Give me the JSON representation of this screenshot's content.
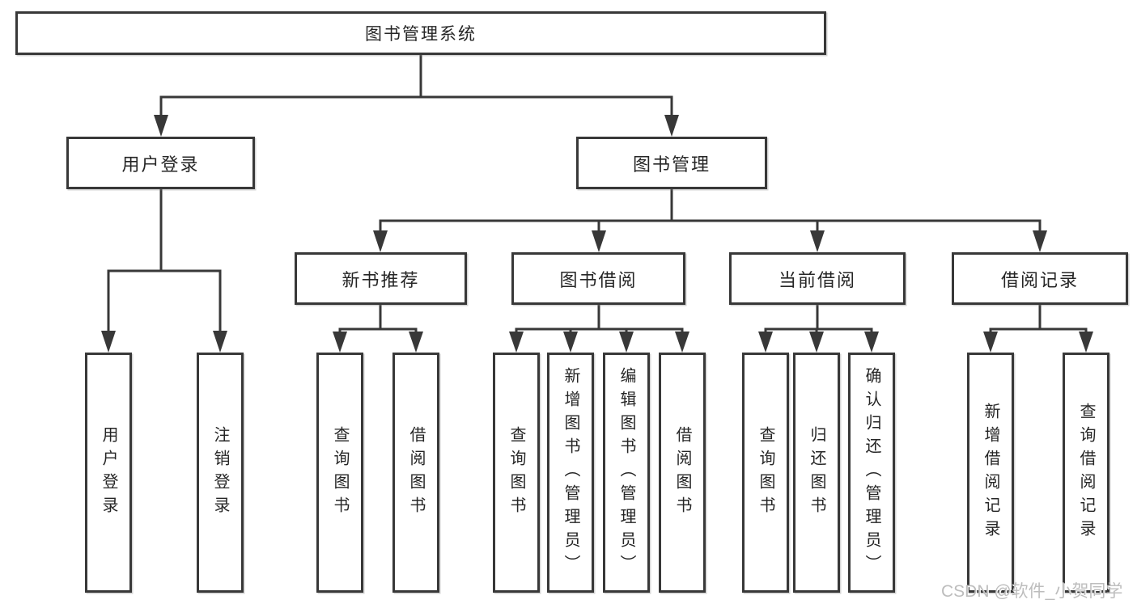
{
  "root": {
    "label": "图书管理系统"
  },
  "level2": {
    "user_login": {
      "label": "用户登录",
      "parent": "图书管理系统"
    },
    "book_management": {
      "label": "图书管理",
      "parent": "图书管理系统"
    }
  },
  "level3": {
    "new_book": {
      "label": "新书推荐",
      "parent": "图书管理"
    },
    "book_borrow": {
      "label": "图书借阅",
      "parent": "图书管理"
    },
    "current_borrow": {
      "label": "当前借阅",
      "parent": "图书管理"
    },
    "borrow_records": {
      "label": "借阅记录",
      "parent": "图书管理"
    }
  },
  "leaves": {
    "user_login": [
      {
        "label": "用户登录"
      },
      {
        "label": "注销登录"
      }
    ],
    "new_book": [
      {
        "label": "查询图书"
      },
      {
        "label": "借阅图书"
      }
    ],
    "book_borrow": [
      {
        "label": "查询图书"
      },
      {
        "label": "新增图书（管理员）"
      },
      {
        "label": "编辑图书（管理员）"
      },
      {
        "label": "借阅图书"
      }
    ],
    "current_borrow": [
      {
        "label": "查询图书"
      },
      {
        "label": "归还图书"
      },
      {
        "label": "确认归还（管理员）"
      }
    ],
    "borrow_records": [
      {
        "label": "新增借阅记录"
      },
      {
        "label": "查询借阅记录"
      }
    ]
  },
  "watermark": {
    "text": "CSDN @软件_小贺同学"
  },
  "colors": {
    "line": "#383838",
    "box_border": "#383838",
    "text": "#262626",
    "background": "#ffffff",
    "watermark": "#bdbdbd"
  }
}
